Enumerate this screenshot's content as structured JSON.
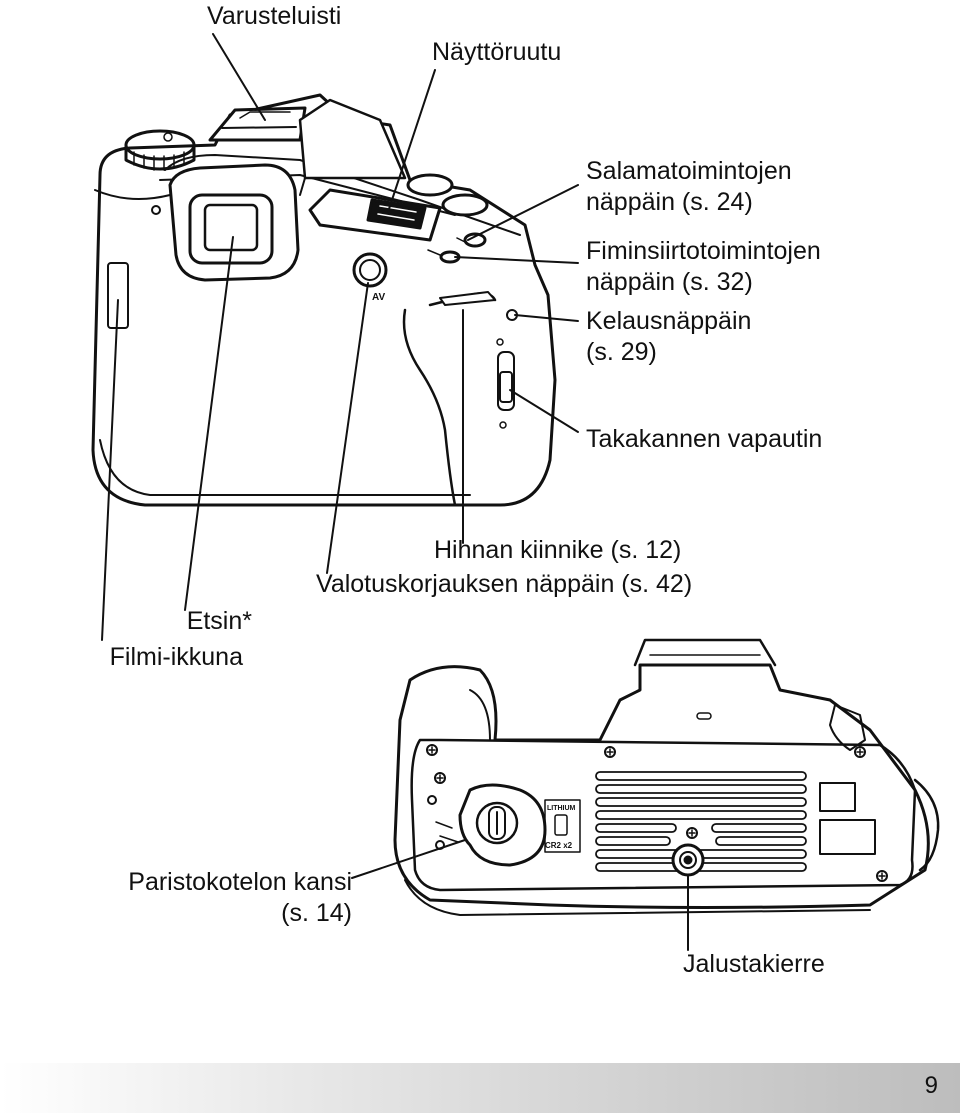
{
  "labels": {
    "varusteluisti": "Varusteluisti",
    "nayttoruutu": "Näyttöruutu",
    "salama_line1": "Salamatoimintojen",
    "salama_line2": "näppäin (s. 24)",
    "filmi_line1": "Fiminsiirtotoimintojen",
    "filmi_line2": "näppäin (s. 32)",
    "kelaus_line1": "Kelausnäppäin",
    "kelaus_line2": "(s. 29)",
    "takakansi": "Takakannen vapautin",
    "hihna": "Hihnan kiinnike (s. 12)",
    "valotus": "Valotuskorjauksen näppäin (s. 42)",
    "etsin": "Etsin*",
    "filmi_ikkuna": "Filmi-ikkuna",
    "paristo_line1": "Paristokotelon kansi",
    "paristo_line2": "(s. 14)",
    "jalusta": "Jalustakierre"
  },
  "camera_markings": {
    "av": "AV",
    "lithium": "LITHIUM",
    "cr2": "CR2 x2"
  },
  "page_number": "9"
}
